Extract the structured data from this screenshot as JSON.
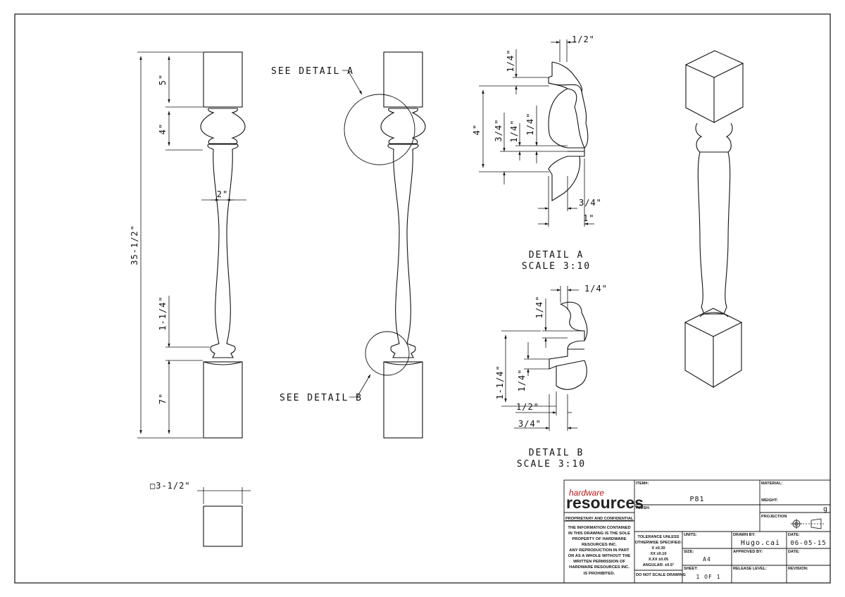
{
  "colors": {
    "ink": "#111111",
    "brand_red": "#b01b1b",
    "paper": "#ffffff"
  },
  "main_view": {
    "overall_height": "35-1/2\"",
    "top_block": "5\"",
    "ball": "4\"",
    "shaft_width": "2\"",
    "lower_turning": "1-1/4\"",
    "bottom_block": "7\""
  },
  "section_view": {
    "label": "□3-1/2\""
  },
  "callouts": {
    "detail_a": "SEE DETAIL A",
    "detail_b": "SEE DETAIL B"
  },
  "detail_a": {
    "dim_top_width": "1/2\"",
    "dim_top_height": "1/4\"",
    "dim_total": "4\"",
    "dim_three_quarter": "3/4\"",
    "dim_quarter_mid": "1/4\"",
    "dim_quarter_right": "1/4\"",
    "dim_bottom_3_4": "3/4\"",
    "dim_bottom_1": "1\"",
    "title": "DETAIL A",
    "scale": "SCALE 3:10"
  },
  "detail_b": {
    "dim_top_width": "1/4\"",
    "dim_top_height": "1/4\"",
    "dim_left": "1-1/4\"",
    "dim_mid": "1/4\"",
    "dim_bottom_1_2": "1/2\"",
    "dim_bottom_3_4": "3/4\"",
    "title": "DETAIL B",
    "scale": "SCALE 3:10"
  },
  "title_block": {
    "logo_top": "hardware",
    "logo_main": "resources",
    "proprietary": "PROPRIETARY AND CONFIDENTIAL",
    "notice": [
      "THE INFORMATION CONTAINED",
      "IN THIS DRAWING IS THE SOLE",
      "PROPERTY OF HARDWARE",
      "RESOURCES INC.",
      "ANY REPRODUCTION IN PART",
      "OR AS A WHOLE WITHOUT THE",
      "WRITTEN PERMISSION OF",
      "HARDWARE RESOURCES INC.",
      "IS PROHIBITED."
    ],
    "item_label": "ITEM#:",
    "item_value": "P81",
    "finish_label": "FINISH:",
    "material_label": "MATERIAL:",
    "weight_label": "WEIGHT:",
    "weight_unit": "g",
    "projection_label": "PROJECTION",
    "tolerance": [
      "TOLERANCE UNLESS",
      "OTHERWISE SPECIFIED:",
      "X    ±0.30",
      "XX  ±0.10",
      "X.XX  ±0.05",
      "ANGULAR: ±0.5°"
    ],
    "units_label": "UNITS:",
    "size_label": "SIZE:",
    "size_value": "A4",
    "sheet_label": "SHEET:",
    "sheet_value": "1 OF 1",
    "do_not_scale": "DO NOT SCALE DRAWING",
    "drawn_by_label": "DRAWN BY:",
    "drawn_by_value": "Hugo.cai",
    "date_label": "DATE:",
    "date_value": "06-05-15",
    "approved_by_label": "APPROVED BY:",
    "date2_label": "DATE:",
    "release_label": "RELEASE LEVEL:",
    "revision_label": "REVISION:"
  }
}
